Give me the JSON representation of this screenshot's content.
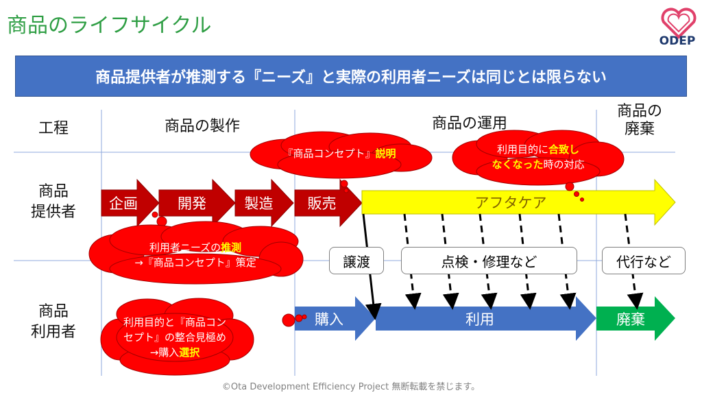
{
  "title": "商品のライフサイクル",
  "logo": {
    "text": "ODEP",
    "color": "#1f3a6e"
  },
  "banner": "商品提供者が推測する『ニーズ』と実際の利用者ニーズは同じとは限らない",
  "headers": {
    "process": "工程",
    "production": "商品の製作",
    "operation": "商品の運用",
    "disposal_1": "商品の",
    "disposal_2": "廃棄"
  },
  "rows": {
    "provider_1": "商品",
    "provider_2": "提供者",
    "user_1": "商品",
    "user_2": "利用者"
  },
  "provider_steps": [
    "企画",
    "開発",
    "製造",
    "販売"
  ],
  "aftercare": "アフタケア",
  "user_steps": {
    "purchase": "購入",
    "use": "利用",
    "disposal": "廃棄"
  },
  "boxes": {
    "transfer": "譲渡",
    "inspection": "点検・修理など",
    "proxy": "代行など"
  },
  "clouds": {
    "concept_explain": {
      "a": "『商品コンセプト』",
      "b": "説明"
    },
    "mismatch": {
      "a": "利用目的に",
      "b": "合致し",
      "c": "なくなった",
      "d": "時の対応"
    },
    "guess": {
      "a": "利用者ニーズの",
      "b": "推測",
      "c": "→『商品コンセプト』策定"
    },
    "choose": {
      "a": "利用目的と『商品コン",
      "b": "セプト』の整合見極め",
      "c": "→購入",
      "d": "選択"
    }
  },
  "footer": "©Ota Development Efficiency Project 無断転載を禁じます。",
  "colors": {
    "red": "#c00000",
    "yellow": "#ffff00",
    "blue": "#4472c4",
    "green": "#00b050",
    "title": "#2f9e44"
  }
}
